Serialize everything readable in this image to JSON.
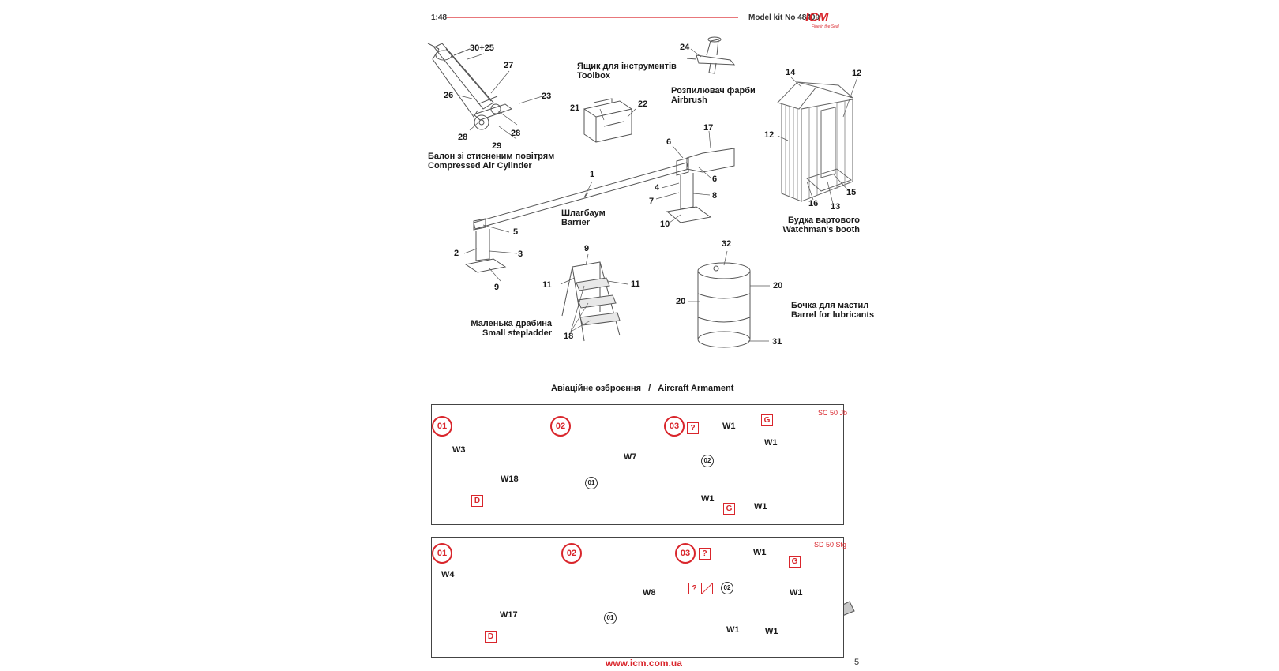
{
  "header": {
    "scale": "1:48",
    "model_kit": "Model kit No 48409",
    "logo": "ICM",
    "logo_tagline": "Fine in the Sea!"
  },
  "scene": {
    "cylinder": {
      "title_ua": "Балон зі стисненим повітрям",
      "title_en": "Compressed Air Cylinder",
      "parts": [
        "30+25",
        "27",
        "26",
        "23",
        "28",
        "28",
        "29"
      ]
    },
    "toolbox": {
      "title_ua": "Ящик для інструментів",
      "title_en": "Toolbox",
      "parts": [
        "21",
        "22"
      ]
    },
    "airbrush": {
      "title_ua": "Розпилювач фарби",
      "title_en": "Airbrush",
      "parts": [
        "24"
      ]
    },
    "booth": {
      "title_ua": "Будка вартового",
      "title_en": "Watchman's booth",
      "parts": [
        "14",
        "12",
        "12",
        "16",
        "13",
        "15"
      ]
    },
    "barrier": {
      "title_ua": "Шлагбаум",
      "title_en": "Barrier",
      "parts": [
        "17",
        "6",
        "6",
        "1",
        "4",
        "7",
        "8",
        "10",
        "5",
        "2",
        "3",
        "9"
      ]
    },
    "stepladder": {
      "title_ua": "Маленька драбина",
      "title_en": "Small stepladder",
      "parts": [
        "9",
        "11",
        "11",
        "18"
      ]
    },
    "barrel": {
      "title_ua": "Бочка для мастил",
      "title_en": "Barrel for lubricants",
      "parts": [
        "32",
        "20",
        "20",
        "31"
      ]
    }
  },
  "armament": {
    "title_ua": "Авіаційне озброєння",
    "separator": "/",
    "title_en": "Aircraft Armament",
    "panels": [
      {
        "variant": "SC 50 Jb",
        "steps": [
          {
            "n": "01",
            "parts": [
              "W3",
              "W18"
            ],
            "paint": "D"
          },
          {
            "n": "02",
            "parts": [
              "W7"
            ],
            "ref": "01"
          },
          {
            "n": "03",
            "q": "?",
            "parts": [
              "W1",
              "W1",
              "W1",
              "W1"
            ],
            "paint": "G",
            "ref": "02"
          }
        ]
      },
      {
        "variant": "SD 50 Stg",
        "steps": [
          {
            "n": "01",
            "parts": [
              "W4",
              "W17"
            ],
            "paint": "D"
          },
          {
            "n": "02",
            "parts": [
              "W8"
            ],
            "ref": "01"
          },
          {
            "n": "03",
            "q": "?",
            "parts": [
              "W1",
              "W1",
              "W1",
              "W1"
            ],
            "paint": "G",
            "ref": "02"
          }
        ]
      }
    ]
  },
  "footer": {
    "url": "www.icm.com.ua",
    "page": "5"
  },
  "colors": {
    "accent": "#d9262c",
    "ink": "#222222",
    "line": "#555555"
  }
}
